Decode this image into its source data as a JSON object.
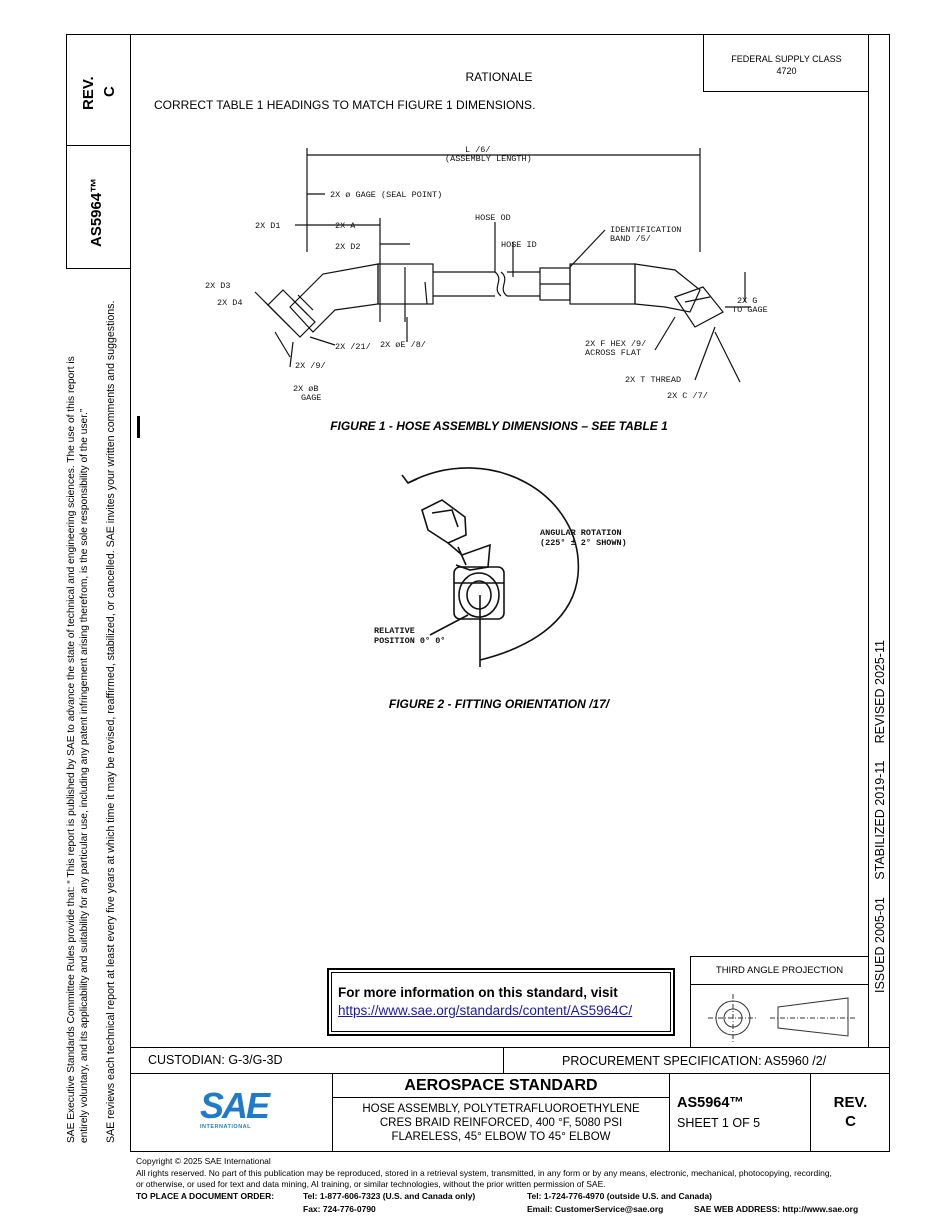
{
  "sidebar_left": {
    "line1": "SAE Executive Standards Committee Rules provide that: “ This report is published by SAE to advance the state of technical and engineering sciences. The use of this report is",
    "line2": "entirely voluntary, and its applicability and suitability for any particular use, including any patent infringement arising therefrom, is the sole responsibility of the user.”",
    "line3": "SAE reviews each technical report at least every five years at which time it may be revised, reaffirmed, stabilized, or cancelled. SAE invites your written comments and suggestions."
  },
  "rev_box": {
    "label": "REV.",
    "value": "C"
  },
  "doc_number": "AS5964™",
  "federal_supply": {
    "line1": "FEDERAL SUPPLY CLASS",
    "line2": "4720"
  },
  "rationale": {
    "heading": "RATIONALE",
    "text": "CORRECT TABLE 1 HEADINGS TO MATCH FIGURE 1 DIMENSIONS."
  },
  "side_dates": "ISSUED 2005-01     STABILIZED 2019-11     REVISED 2025-11",
  "figure1": {
    "caption": "FIGURE 1 - HOSE ASSEMBLY DIMENSIONS – SEE TABLE 1",
    "labels": {
      "length": "L /6/",
      "assembly_length": "(ASSEMBLY LENGTH)",
      "gage_seal": "2X ø GAGE (SEAL POINT)",
      "d1": "2X D1",
      "a": "2X A",
      "d2": "2X D2",
      "hose_od": "HOSE OD",
      "hose_id": "HOSE ID",
      "ident_band1": "IDENTIFICATION",
      "ident_band2": "BAND /5/",
      "d3": "2X D3",
      "d4": "2X D4",
      "g1": "2X G",
      "g2": "TO GAGE",
      "n21": "2X /21/",
      "e": "2X øE /8/",
      "f_hex1": "2X F HEX /9/",
      "f_hex2": "ACROSS FLAT",
      "n9": "2X /9/",
      "t_thread": "2X T THREAD",
      "c17": "2X C /7/",
      "b1": "2X øB",
      "b2": "GAGE"
    }
  },
  "figure2": {
    "caption": "FIGURE 2 - FITTING ORIENTATION /17/",
    "labels": {
      "angular1": "ANGULAR ROTATION",
      "angular2": "(225° ± 2° SHOWN)",
      "relative1": "RELATIVE",
      "relative2": "POSITION 0° 0°"
    }
  },
  "info_box": {
    "title": "For more information on this standard, visit",
    "link": "https://www.sae.org/standards/content/AS5964C/"
  },
  "third_angle": "THIRD ANGLE PROJECTION",
  "custodian": "CUSTODIAN: G-3/G-3D",
  "procurement": "PROCUREMENT SPECIFICATION: AS5960 /2/",
  "logo": {
    "letters": "SAE",
    "sub": "INTERNATIONAL"
  },
  "title_block": {
    "heading": "AEROSPACE STANDARD",
    "line1": "HOSE ASSEMBLY, POLYTETRAFLUOROETHYLENE",
    "line2": "CRES BRAID REINFORCED, 400 °F, 5080 PSI",
    "line3": "FLARELESS, 45° ELBOW TO 45° ELBOW",
    "doc": "AS5964™",
    "sheet": "SHEET 1 OF 5",
    "rev_label": "REV.",
    "rev_value": "C"
  },
  "footer": {
    "copyright": "Copyright © 2025 SAE International",
    "rights1": "All rights reserved. No part of this publication may be reproduced, stored in a retrieval system, transmitted, in any form or by any means, electronic, mechanical, photocopying, recording,",
    "rights2": "or otherwise, or used for text and data mining, AI training, or similar technologies, without the prior written permission of SAE.",
    "order_label": "TO PLACE A DOCUMENT ORDER:",
    "tel_us": "Tel: 1-877-606-7323 (U.S. and Canada only)",
    "tel_out": "Tel: 1-724-776-4970 (outside U.S. and Canada)",
    "fax": "Fax: 724-776-0790",
    "email": "Email: CustomerService@sae.org",
    "web": "SAE WEB ADDRESS: http://www.sae.org"
  }
}
